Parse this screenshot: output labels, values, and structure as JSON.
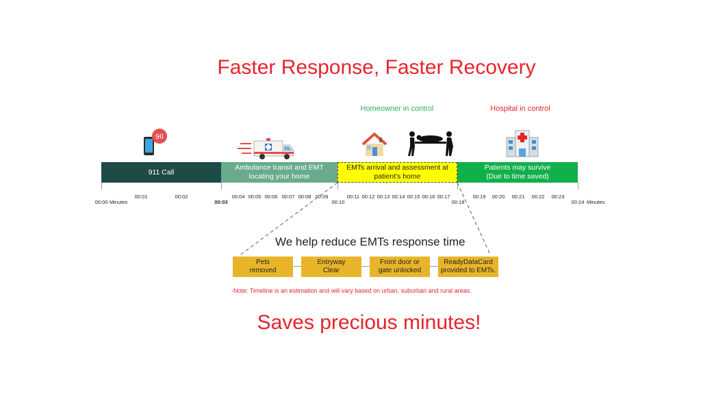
{
  "title": "Faster Response, Faster Recovery",
  "control_labels": {
    "homeowner": "Homeowner in control",
    "hospital": "Hospital in control"
  },
  "icons": [
    "phone-911-icon",
    "ambulance-icon",
    "house-icon",
    "stretcher-carry-icon",
    "hospital-icon"
  ],
  "phone_badge": "9ll",
  "segments": [
    {
      "label": "911 Call",
      "color": "#1e4a48"
    },
    {
      "label": "Ambulance transit and EMT locating your home",
      "color": "#6aab8d"
    },
    {
      "label": "EMTs arrival and assessment at patient's home",
      "color": "#ffff00"
    },
    {
      "label": "Patients may survive (Due to time saved)",
      "color": "#12b04b"
    }
  ],
  "ticks": [
    "00:00",
    "00:01",
    "00:02",
    "00:03",
    "00:04",
    "00:05",
    "00:06",
    "00:07",
    "00:08",
    "00:09",
    "00:10",
    "00:11",
    "00:12",
    "00:13",
    "00:14",
    "00:15",
    "00:16",
    "00:17",
    "00:18",
    "00:19",
    "00:20",
    "00:21",
    "00:22",
    "00:23",
    "00:24"
  ],
  "tick_unit": "Minutes",
  "subtitle": "We help reduce EMTs  response time",
  "steps": [
    "Pets removed",
    "Entryway Clear",
    "Front door or gate unlocked",
    "ReadyDataCard provided to EMTs."
  ],
  "note": "-Note: Timeline is an estimation and will vary based on urban, suburban and rural areas.",
  "tagline": "Saves precious minutes!"
}
